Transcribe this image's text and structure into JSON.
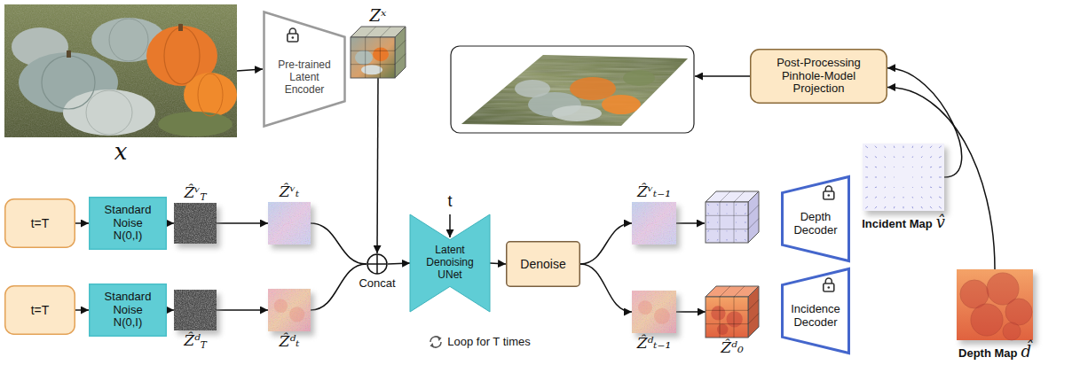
{
  "diagram": {
    "nodes": [
      {
        "text": [
          "x"
        ]
      },
      {
        "text": [
          "Pre-trained Latent Encoder"
        ]
      },
      {
        "text": [
          "Zˣ"
        ]
      },
      {
        "text": [
          "Post-Processing Pinhole-Model Projection"
        ]
      },
      {
        "text": [
          "t=T"
        ]
      },
      {
        "text": [
          "Standard Noise N(0,I)"
        ]
      },
      {
        "text": [
          "ẐᵛT"
        ]
      },
      {
        "text": [
          "t=T"
        ]
      },
      {
        "text": [
          "Standard Noise N(0,I)"
        ]
      },
      {
        "text": [
          "ẐᵈT"
        ]
      },
      {
        "text": [
          "Loop for T times"
        ]
      },
      {
        "text": [
          "Ẑᵛₜ"
        ],
        "in": 10
      },
      {
        "text": [
          "Ẑᵈₜ"
        ],
        "in": 10
      },
      {
        "text": [
          "Concat"
        ],
        "in": 10
      },
      {
        "text": [
          "Latent Denoising UNet"
        ],
        "in": 10
      },
      {
        "text": [
          "Denoise"
        ],
        "in": 10
      },
      {
        "text": [
          "Ẑᵛₜ₋₁"
        ],
        "in": 10
      },
      {
        "text": [
          "Ẑᵈₜ₋₁"
        ],
        "in": 10
      },
      {
        "text": [
          "Ẑᵈ₀"
        ]
      },
      {
        "text": [
          "Depth Decoder"
        ]
      },
      {
        "text": [
          "Incidence Decoder"
        ]
      },
      {
        "text": [
          "Incident Map",
          "v̂"
        ]
      },
      {
        "text": [
          "Depth Map",
          "d̂"
        ]
      }
    ],
    "edges": [
      {
        "from": 0,
        "to": 1,
        "arrow": "to"
      },
      {
        "from": 2,
        "to": 13,
        "arrow": "to"
      },
      {
        "from": 4,
        "to": 5,
        "arrow": "to"
      },
      {
        "from": 5,
        "to": 6,
        "arrow": "to"
      },
      {
        "from": 6,
        "to": 11,
        "arrow": "to"
      },
      {
        "from": 7,
        "to": 8,
        "arrow": "to"
      },
      {
        "from": 8,
        "to": 9,
        "arrow": "to"
      },
      {
        "from": 9,
        "to": 12,
        "arrow": "to"
      },
      {
        "from": 11,
        "to": 13,
        "arrow": "none"
      },
      {
        "from": 12,
        "to": 13,
        "arrow": "none"
      },
      {
        "from": 13,
        "to": 14,
        "arrow": "to"
      },
      {
        "from": 14,
        "to": 15,
        "arrow": "to"
      },
      {
        "from": 15,
        "to": 16,
        "arrow": "to"
      },
      {
        "from": 15,
        "to": 17,
        "arrow": "to"
      },
      {
        "from": 17,
        "to": 18,
        "arrow": "to"
      },
      {
        "from": 21,
        "to": 3,
        "arrow": "to"
      },
      {
        "from": 22,
        "to": 3,
        "arrow": "to"
      }
    ],
    "labels": [
      "t"
    ]
  }
}
